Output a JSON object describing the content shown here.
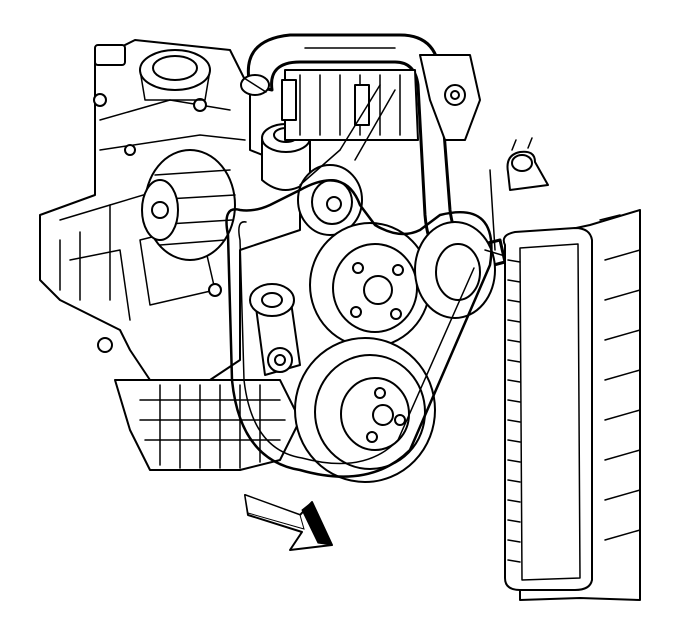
{
  "diagram": {
    "callouts": [],
    "parts": [
      "engine-block",
      "oil-filler-neck",
      "upper-radiator-hose",
      "generator",
      "power-steering-reservoir",
      "idler-pulley",
      "drive-belt",
      "belt-tensioner",
      "water-pump-pulley",
      "crankshaft-balancer",
      "hose-clamp",
      "radiator",
      "direction-arrow"
    ]
  }
}
